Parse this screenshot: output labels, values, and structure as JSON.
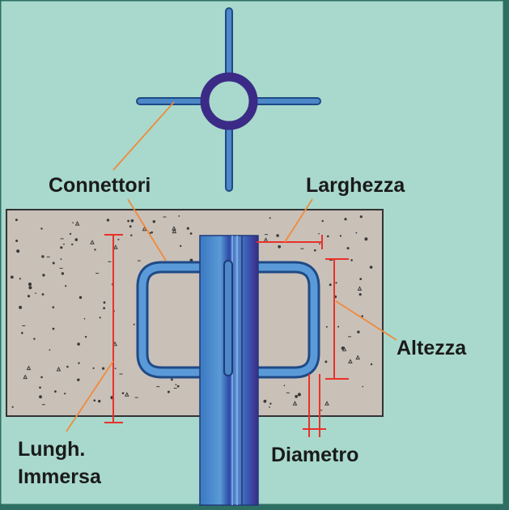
{
  "labels": {
    "connectors": "Connettori",
    "width": "Larghezza",
    "height": "Altezza",
    "embedded_length_line1": "Lungh.",
    "embedded_length_line2": "Immersa",
    "diameter": "Diametro"
  },
  "colors": {
    "background": "#a8d9cc",
    "concrete": "#c9c0b8",
    "rod": "#4d88c8",
    "rod_outline": "#1e4a86",
    "ring": "#3b2a86",
    "dimension_line": "#e8312a",
    "leader_line": "#f08a3c",
    "text": "#1a1a1a"
  }
}
